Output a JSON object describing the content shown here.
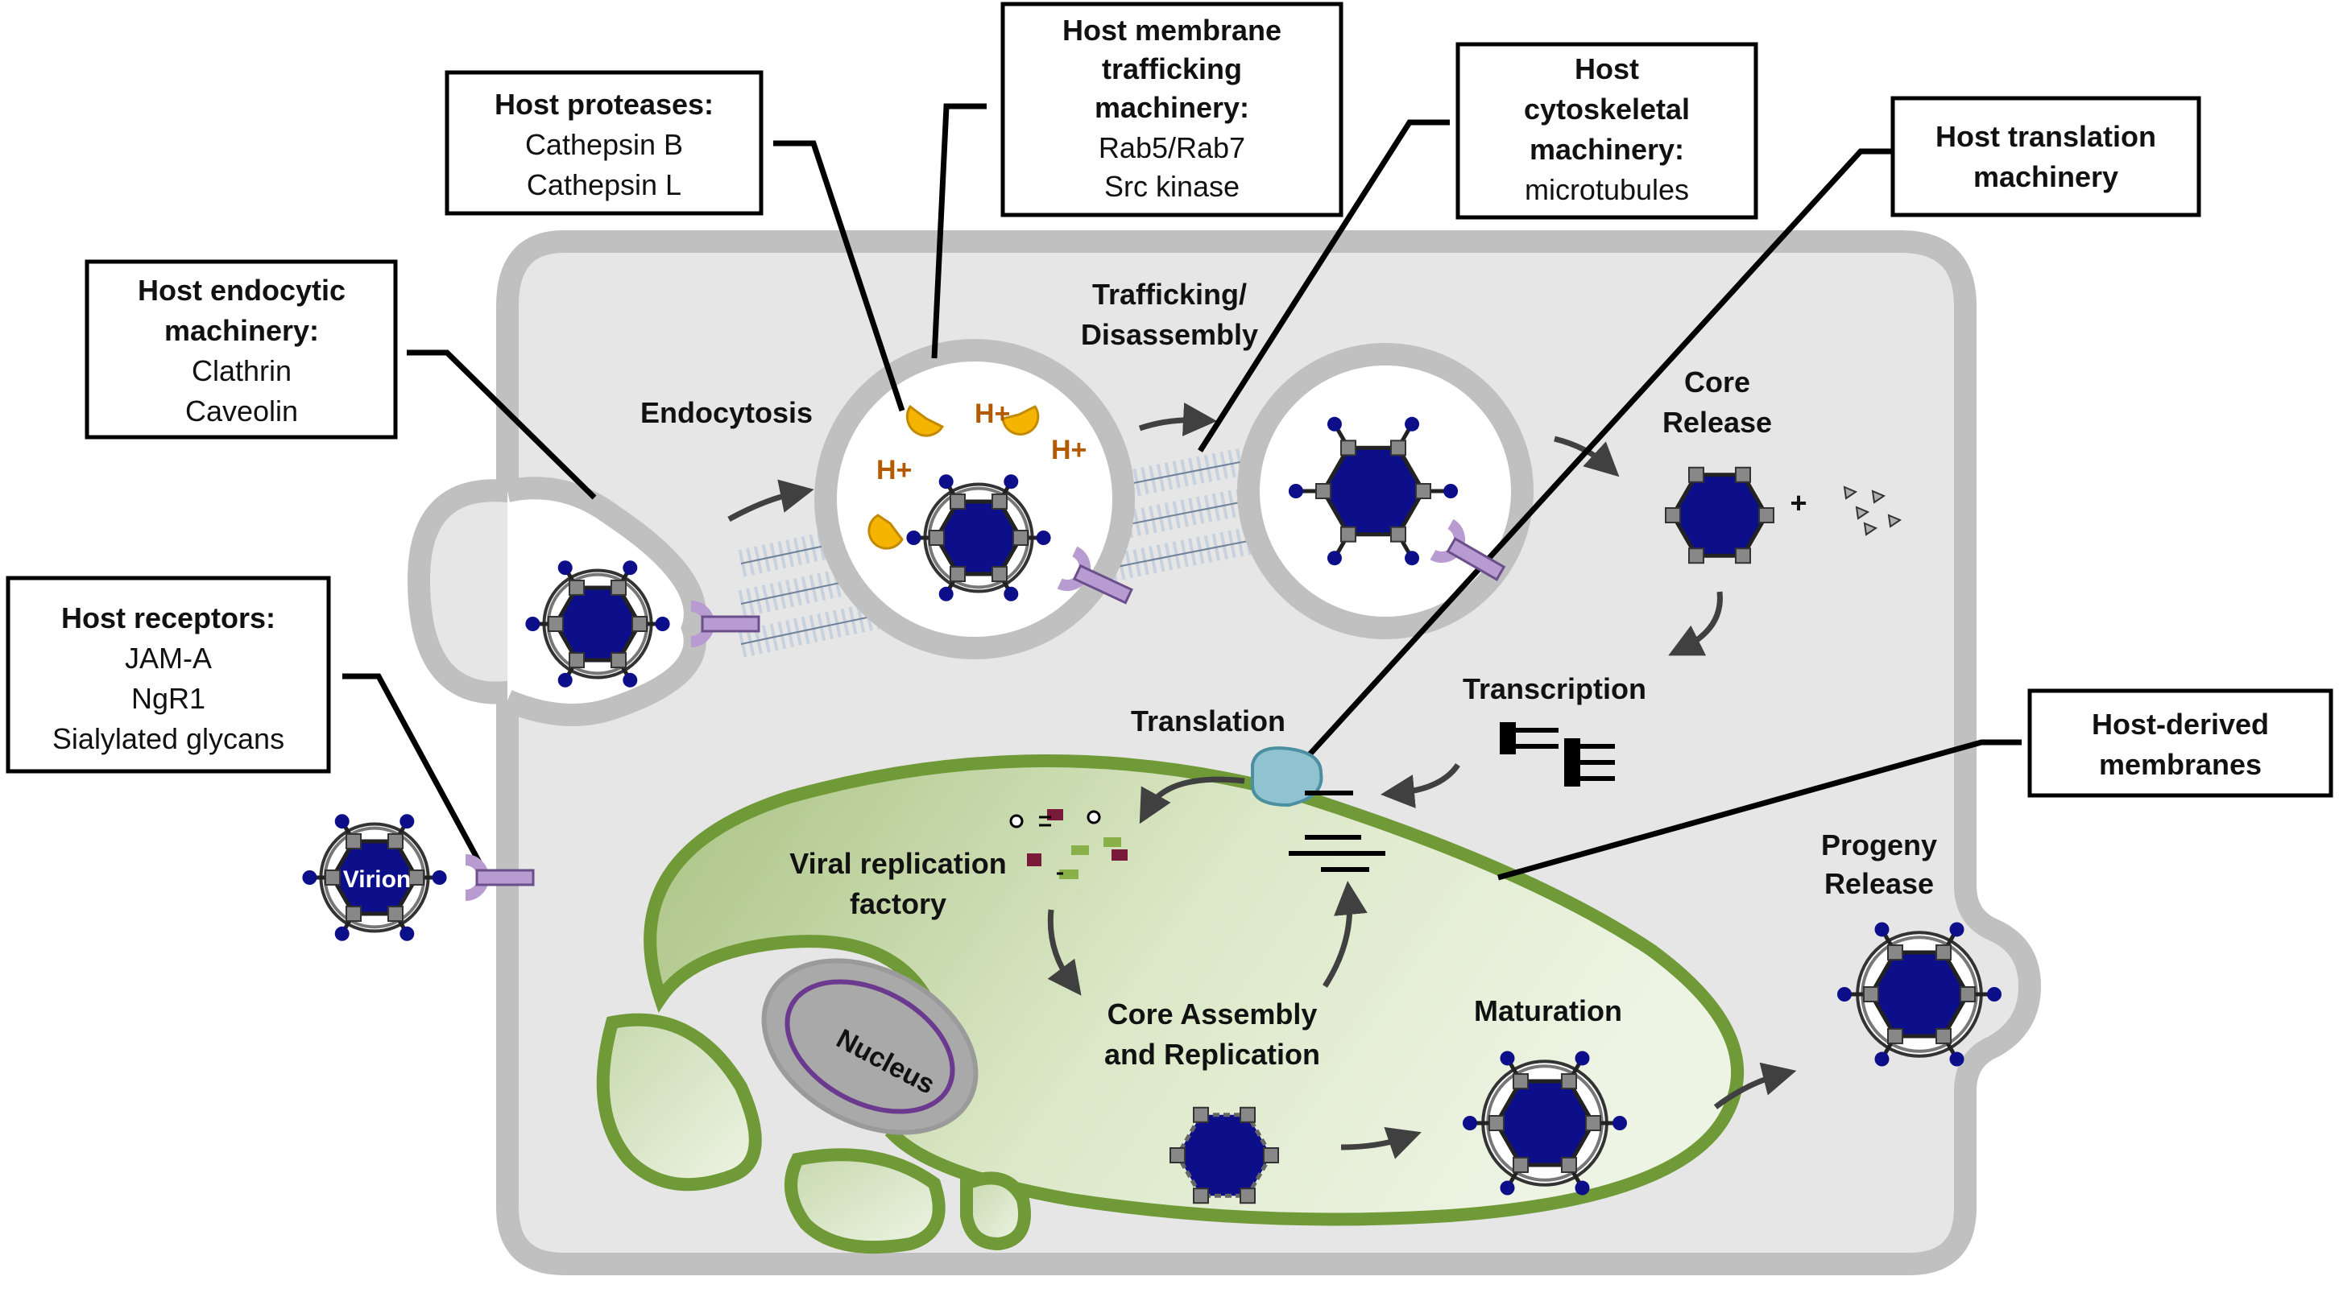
{
  "callouts": {
    "proteases": {
      "title": "Host proteases:",
      "lines": [
        "Cathepsin B",
        "Cathepsin L"
      ]
    },
    "trafficking": {
      "title": [
        "Host membrane",
        "trafficking",
        "machinery:"
      ],
      "lines": [
        "Rab5/Rab7",
        "Src kinase"
      ]
    },
    "cytoskeletal": {
      "title": [
        "Host",
        "cytoskeletal",
        "machinery:"
      ],
      "lines": [
        "microtubules"
      ]
    },
    "translation": {
      "title": [
        "Host translation",
        "machinery"
      ]
    },
    "endocytic": {
      "title": [
        "Host endocytic",
        "machinery:"
      ],
      "lines": [
        "Clathrin",
        "Caveolin"
      ]
    },
    "receptors": {
      "title": "Host receptors:",
      "lines": [
        "JAM-A",
        "NgR1",
        "Sialylated glycans"
      ]
    },
    "membranes": {
      "title": [
        "Host-derived",
        "membranes"
      ]
    }
  },
  "labels": {
    "endocytosis": "Endocytosis",
    "trafficking_disassembly": [
      "Trafficking/",
      "Disassembly"
    ],
    "core_release": [
      "Core",
      "Release"
    ],
    "plus": "+",
    "transcription": "Transcription",
    "translation": "Translation",
    "viral_factory": [
      "Viral replication",
      "factory"
    ],
    "core_assembly": [
      "Core Assembly",
      "and Replication"
    ],
    "maturation": "Maturation",
    "progeny_release": [
      "Progeny",
      "Release"
    ],
    "nucleus": "Nucleus",
    "virion": "Virion",
    "h_plus": "H+"
  },
  "colors": {
    "capsid_blue": "#0d0f8a",
    "cell_membrane": "#c0c0c0",
    "cytoplasm": "#e6e6e6",
    "factory_green": "#6f9a37",
    "receptor_purple": "#b79bd1",
    "protease_orange": "#f5b400",
    "ribosome_teal": "#8fc3cf",
    "h_plus_brown": "#b35900"
  }
}
